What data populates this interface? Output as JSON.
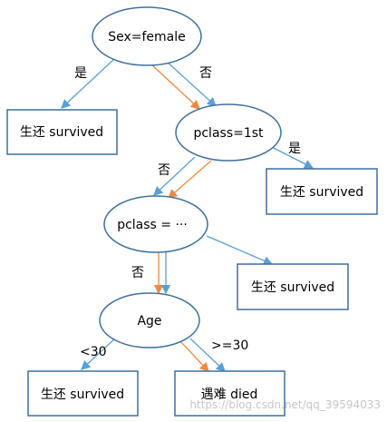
{
  "colors": {
    "node_stroke": "#3f6f9f",
    "edge_blue": "#5aa0d6",
    "edge_orange": "#f08a3c",
    "text": "#000000",
    "watermark": "#c6c6c6"
  },
  "nodes": {
    "sex": "Sex=female",
    "pclass1": "pclass=1st",
    "pclass_other": "pclass = ···",
    "age": "Age",
    "leaf_a": "生还 survived",
    "leaf_b": "生还 survived",
    "leaf_c": "生还 survived",
    "leaf_d": "生还 survived",
    "leaf_died": "遇难 died"
  },
  "edge_labels": {
    "sex_yes": "是",
    "sex_no": "否",
    "pclass1_yes": "是",
    "pclass1_no": "否",
    "pclass_other_no": "否",
    "age_lt30": "<30",
    "age_ge30": ">=30"
  },
  "watermark": "https://blog.csdn.net/qq_39594033"
}
